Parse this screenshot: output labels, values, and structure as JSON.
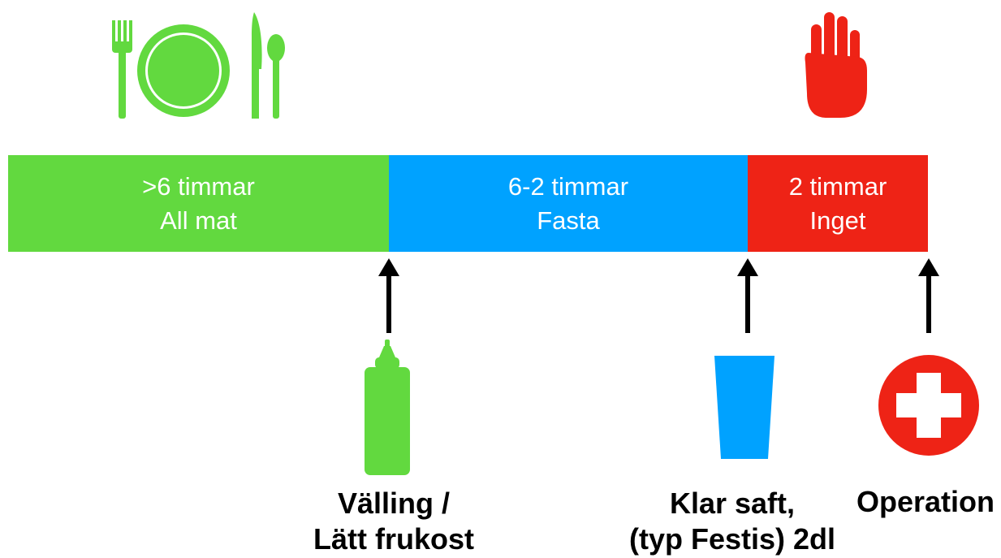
{
  "colors": {
    "green": "#62d93f",
    "blue": "#00a2ff",
    "red": "#ee2316",
    "arrow": "#000000"
  },
  "timeline": {
    "segments": [
      {
        "line1": ">6 timmar",
        "line2": "All mat",
        "color": "#62d93f"
      },
      {
        "line1": "6-2 timmar",
        "line2": "Fasta",
        "color": "#00a2ff"
      },
      {
        "line1": "2 timmar",
        "line2": "Inget",
        "color": "#ee2316"
      }
    ]
  },
  "icons": {
    "top": [
      "plate-cutlery-icon",
      "stop-hand-icon"
    ],
    "bottom": [
      "bottle-icon",
      "glass-icon",
      "medical-cross-icon"
    ]
  },
  "markers": [
    {
      "line1": "Välling /",
      "line2": "Lätt frukost"
    },
    {
      "line1": "Klar saft,",
      "line2": "(typ Festis) 2dl"
    },
    {
      "line1": "Operation",
      "line2": ""
    }
  ]
}
